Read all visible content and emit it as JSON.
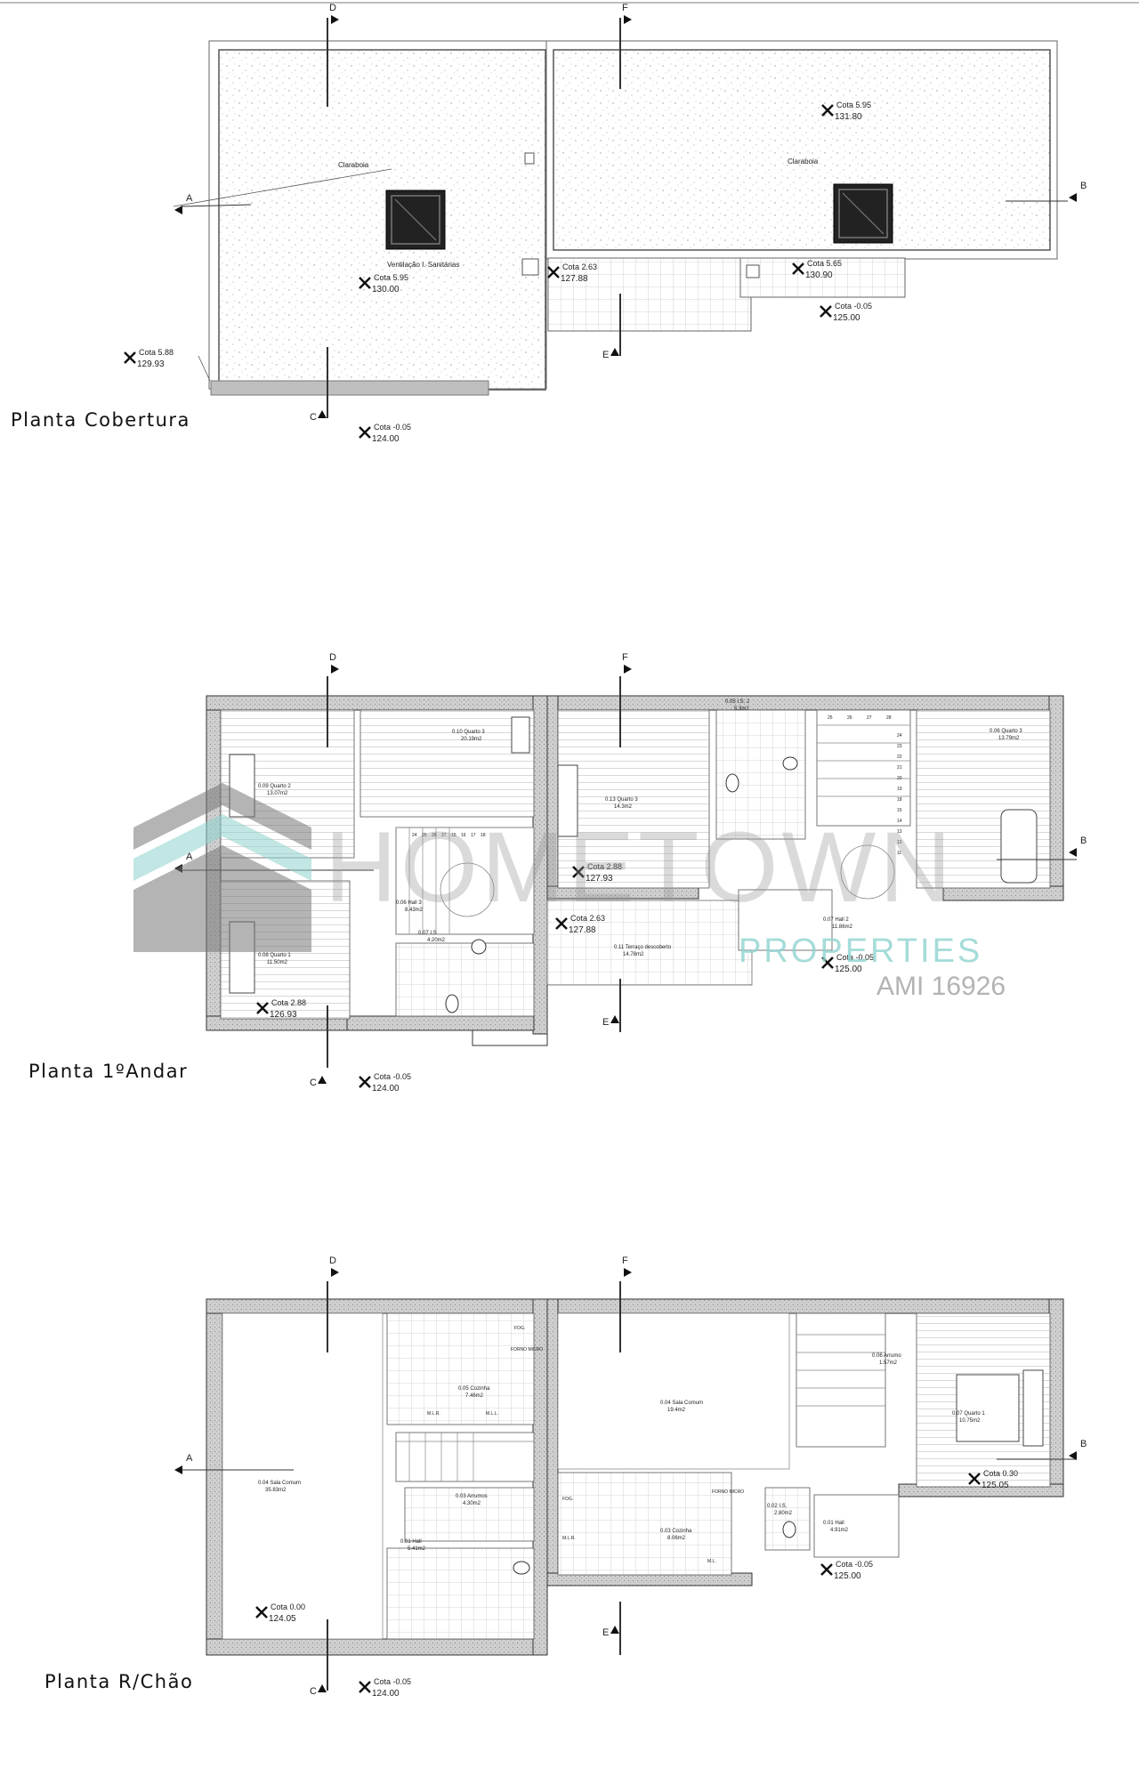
{
  "plans": [
    {
      "title": "Planta Cobertura",
      "labels": {
        "claraboia_left": "Claraboia",
        "claraboia_right": "Claraboia",
        "ventilacao": "Ventilação I. Sanitárias"
      },
      "levels": [
        {
          "cota": "Cota 5.95",
          "elev": "131.80"
        },
        {
          "cota": "Cota 5.95",
          "elev": "130.00"
        },
        {
          "cota": "Cota 2.63",
          "elev": "127.88"
        },
        {
          "cota": "Cota 5.65",
          "elev": "130.90"
        },
        {
          "cota": "Cota -0.05",
          "elev": "125.00"
        },
        {
          "cota": "Cota 5.88",
          "elev": "129.93"
        },
        {
          "cota": "Cota -0.05",
          "elev": "124.00"
        }
      ]
    },
    {
      "title": "Planta 1ºAndar",
      "rooms": [
        {
          "code": "0.10 Quarto 3",
          "area": "20.19m2"
        },
        {
          "code": "0.09 Quarto 2",
          "area": "13.07m2"
        },
        {
          "code": "0.06 Hall 3",
          "area": "8.43m2"
        },
        {
          "code": "0.07 I.S",
          "area": "4.20m2"
        },
        {
          "code": "0.08 Quarto 1",
          "area": "11.50m2"
        },
        {
          "code": "0.05 I.S. 2",
          "area": "5.3m2"
        },
        {
          "code": "0.13 Quarto 3",
          "area": "14.3m2"
        },
        {
          "code": "0.06 Quarto 3",
          "area": "13.79m2"
        },
        {
          "code": "0.11 Terraço descoberto",
          "area": "14.78m2"
        },
        {
          "code": "0.07 Hall 2",
          "area": "11.86m2"
        }
      ],
      "stairs": [
        "24",
        "25",
        "26",
        "27",
        "15",
        "16",
        "17",
        "18",
        "25",
        "26",
        "27",
        "28",
        "24",
        "23",
        "22",
        "21",
        "20",
        "19",
        "18",
        "15",
        "14",
        "13",
        "12",
        "11"
      ],
      "levels": [
        {
          "cota": "Cota 2.88",
          "elev": "127.93"
        },
        {
          "cota": "Cota 2.63",
          "elev": "127.88"
        },
        {
          "cota": "Cota 2.88",
          "elev": "126.93"
        },
        {
          "cota": "Cota -0.05",
          "elev": "125.00"
        },
        {
          "cota": "Cota -0.05",
          "elev": "124.00"
        }
      ]
    },
    {
      "title": "Planta R/Chão",
      "rooms": [
        {
          "code": "0.05 Cozinha",
          "area": "7.46m2"
        },
        {
          "code": "0.04 Sala Comum",
          "area": "35.83m2"
        },
        {
          "code": "0.03 Arrumos",
          "area": "4.30m2"
        },
        {
          "code": "0.01 Hall",
          "area": "5.41m2"
        },
        {
          "code": "0.04 Sala Comum",
          "area": "19.4m2"
        },
        {
          "code": "0.03 Cozinha",
          "area": "8.06m2"
        },
        {
          "code": "0.02 I.S.",
          "area": "2.80m2"
        },
        {
          "code": "0.01 Hall",
          "area": "4.91m2"
        },
        {
          "code": "0.06 Arrumo",
          "area": "1.57m2"
        },
        {
          "code": "0.07 Quarto 1",
          "area": "10.75m2"
        }
      ],
      "kitchen_labels": [
        "FOG.",
        "FORNO MICRO",
        "M.L.R.",
        "M.L.L.",
        "FOG.",
        "M.L.R.",
        "FORNO MICRO",
        "M.L."
      ],
      "levels": [
        {
          "cota": "Cota 0.30",
          "elev": "125.05"
        },
        {
          "cota": "Cota -0.05",
          "elev": "125.00"
        },
        {
          "cota": "Cota 0.00",
          "elev": "124.05"
        },
        {
          "cota": "Cota -0.05",
          "elev": "124.00"
        }
      ]
    }
  ],
  "section_markers": [
    "A",
    "B",
    "C",
    "D",
    "E",
    "F"
  ],
  "watermark": {
    "brand": "HOMETOWN",
    "sub": "PROPERTIES",
    "license": "AMI 16926",
    "color": "#8fd3cf"
  }
}
